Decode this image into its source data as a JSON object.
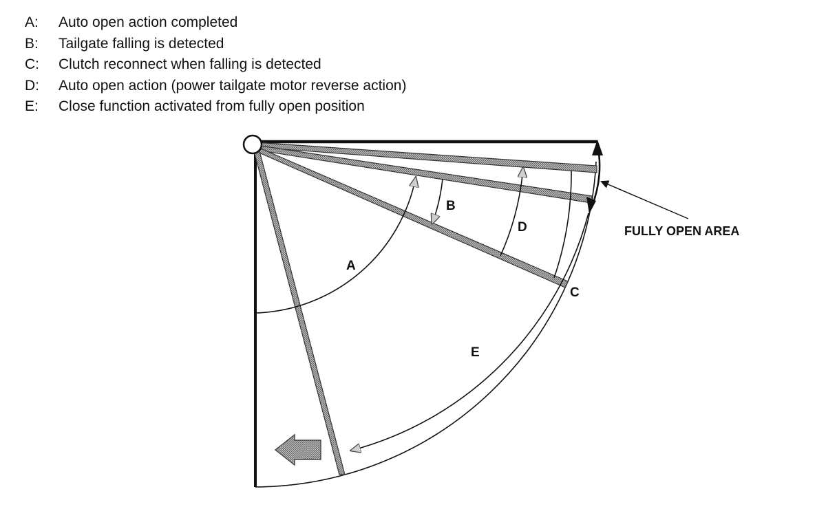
{
  "legend": [
    {
      "key": "A:",
      "text": "Auto open action completed"
    },
    {
      "key": "B:",
      "text": "Tailgate falling is detected"
    },
    {
      "key": "C:",
      "text": "Clutch reconnect when falling is detected"
    },
    {
      "key": "D:",
      "text": "Auto open action (power tailgate motor reverse action)"
    },
    {
      "key": "E:",
      "text": "Close function activated from fully open position"
    }
  ],
  "diagram": {
    "labels": {
      "a": "A",
      "b": "B",
      "c": "C",
      "d": "D",
      "e": "E"
    },
    "fully_open_area": "FULLY OPEN AREA"
  }
}
